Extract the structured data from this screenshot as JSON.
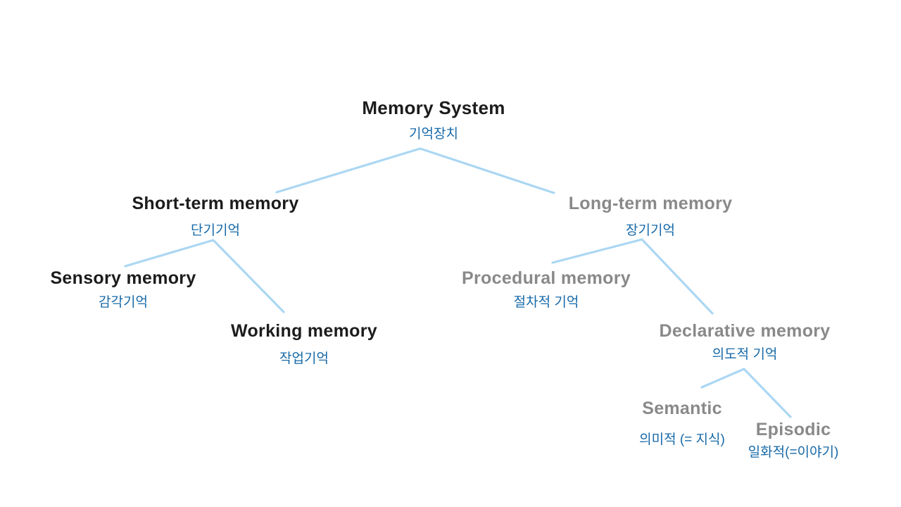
{
  "diagram_title": "Memory System",
  "colors": {
    "background": "#ffffff",
    "primary_text": "#1c1c1c",
    "secondary_text": "#898989",
    "korean_text": "#1769a8",
    "connector": "#abd7f3"
  },
  "nodes": {
    "memory_system": {
      "en": "Memory System",
      "ko": "기억장치"
    },
    "short_term_memory": {
      "en": "Short-term memory",
      "ko": "단기기억"
    },
    "sensory_memory": {
      "en": "Sensory memory",
      "ko": "감각기억"
    },
    "working_memory": {
      "en": "Working memory",
      "ko": "작업기억"
    },
    "long_term_memory": {
      "en": "Long-term memory",
      "ko": "장기기억"
    },
    "procedural_memory": {
      "en": "Procedural memory",
      "ko": "절차적 기억"
    },
    "declarative_memory": {
      "en": "Declarative memory",
      "ko": "의도적 기억"
    },
    "semantic": {
      "en": "Semantic",
      "ko": "의미적 (= 지식)"
    },
    "episodic": {
      "en": "Episodic",
      "ko": "일화적(=이야기)"
    }
  },
  "edges": [
    {
      "from": "memory_system",
      "to": "short_term_memory"
    },
    {
      "from": "memory_system",
      "to": "long_term_memory"
    },
    {
      "from": "short_term_memory",
      "to": "sensory_memory"
    },
    {
      "from": "short_term_memory",
      "to": "working_memory"
    },
    {
      "from": "long_term_memory",
      "to": "procedural_memory"
    },
    {
      "from": "long_term_memory",
      "to": "declarative_memory"
    },
    {
      "from": "declarative_memory",
      "to": "semantic"
    },
    {
      "from": "declarative_memory",
      "to": "episodic"
    }
  ]
}
